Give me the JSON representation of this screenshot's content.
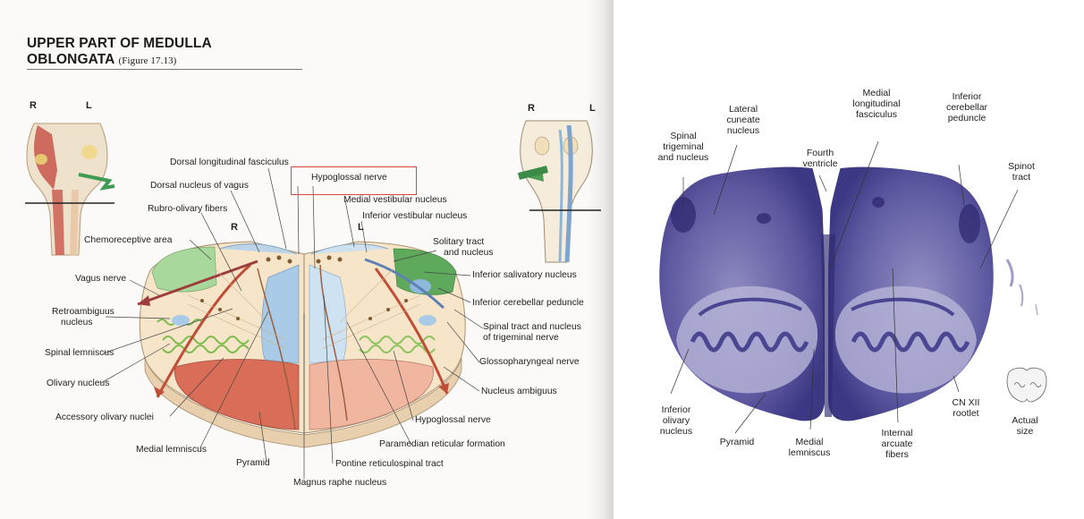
{
  "left_page": {
    "title_line1": "UPPER PART OF MEDULLA",
    "title_line2": "OBLONGATA",
    "figure_ref": "(Figure 17.13)",
    "side_labels": {
      "right": "R",
      "left": "L"
    },
    "labels": {
      "dorsal_longitudinal_fasciculus": "Dorsal longitudinal fasciculus",
      "hypoglossal_nerve_highlight": "Hypoglossal nerve",
      "dorsal_nucleus_of_vagus": "Dorsal nucleus of vagus",
      "medial_vestibular_nucleus": "Medial vestibular nucleus",
      "rubro_olivary_fibers": "Rubro-olivary fibers",
      "inferior_vestibular_nucleus": "Inferior  vestibular nucleus",
      "chemoreceptive_area": "Chemoreceptive area",
      "solitary_tract_line1": "Solitary tract",
      "solitary_tract_line2": "and nucleus",
      "inferior_salivatory_nucleus": "Inferior salivatory nucleus",
      "vagus_nerve": "Vagus nerve",
      "inferior_cerebellar_peduncle": "Inferior cerebellar peduncle",
      "retroambiguus_line1": "Retroambiguus",
      "retroambiguus_line2": "nucleus",
      "spinal_tract_line1": "Spinal tract and nucleus",
      "spinal_tract_line2": "of trigeminal nerve",
      "spinal_lemniscus": "Spinal lemniscus",
      "glossopharyngeal_nerve": "Glossopharyngeal nerve",
      "olivary_nucleus": "Olivary nucleus",
      "nucleus_ambiguus": "Nucleus ambiguus",
      "accessory_olivary_nuclei": "Accessory olivary nuclei",
      "hypoglossal_nerve": "Hypoglossal nerve",
      "paramedian_reticular_formation": "Paramedian reticular formation",
      "medial_lemniscus": "Medial lemniscus",
      "pyramid": "Pyramid",
      "pontine_reticulospinal_tract": "Pontine reticulospinal tract",
      "magnus_raphe_nucleus": "Magnus raphe nucleus"
    },
    "colors": {
      "highlight_box": "#d9463e"
    }
  },
  "right_page": {
    "labels": {
      "spinal_trigeminal": "Spinal\ntrigeminal\nand nucleus",
      "lateral_cuneate_nucleus": "Lateral\ncuneate\nnucleus",
      "fourth_ventricle": "Fourth\nventricle",
      "medial_longitudinal_fasciculus": "Medial\nlongitudinal\nfasciculus",
      "inferior_cerebellar_peduncle": "Inferior\ncerebellar\npeduncle",
      "spinal_tract": "Spinot\ntract",
      "inferior_olivary_nucleus": "Inferior\nolivary\nnucleus",
      "pyramid": "Pyramid",
      "medial_lemniscus": "Medial\nlemniscus",
      "internal_arcuate_fibers": "Internal\narcuate\nfibers",
      "cn_xii_rootlet": "CN XII\nrootlet",
      "actual_size": "Actual\nsize"
    }
  }
}
